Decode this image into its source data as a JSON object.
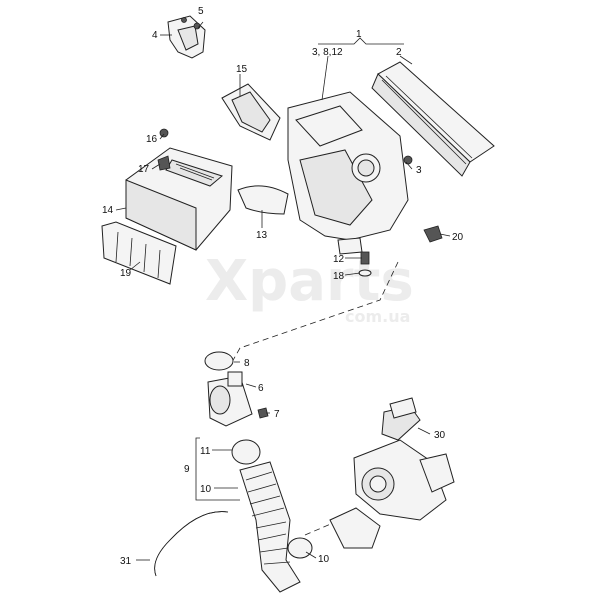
{
  "watermark": {
    "brand": "Xparts",
    "domain": "com.ua"
  },
  "callouts": {
    "c1": "1",
    "c2": "2",
    "c3a": "3, 8,12",
    "c3": "3",
    "c4": "4",
    "c5": "5",
    "c6": "6",
    "c7": "7",
    "c8": "8",
    "c9": "9",
    "c10a": "10",
    "c10b": "10",
    "c11": "11",
    "c12": "12",
    "c13": "13",
    "c14": "14",
    "c15": "15",
    "c16": "16",
    "c17": "17",
    "c18": "18",
    "c19": "19",
    "c20": "20",
    "c30": "30",
    "c31": "31"
  }
}
